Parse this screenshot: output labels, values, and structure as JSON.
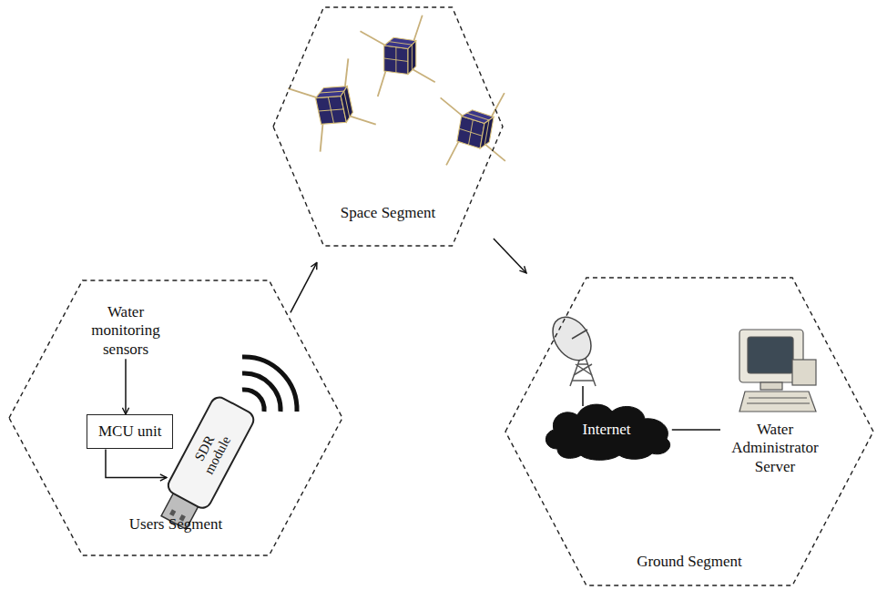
{
  "diagram": {
    "nodes": [
      {
        "text": [
          "Space Segment"
        ]
      },
      {
        "text": [
          "Users Segment"
        ]
      },
      {
        "text": [
          "Water monitoring sensors"
        ],
        "in": 1
      },
      {
        "text": [
          "MCU unit"
        ],
        "in": 1
      },
      {
        "text": [
          "SDR module"
        ],
        "in": 1
      },
      {
        "text": [
          "Ground Segment"
        ]
      },
      {
        "text": [
          "Internet"
        ],
        "in": 5
      },
      {
        "text": [
          "Water Administrator Server"
        ],
        "in": 5
      }
    ],
    "edges": [
      {
        "from": 1,
        "to": 0,
        "arrow": "to"
      },
      {
        "from": 0,
        "to": 5,
        "arrow": "to"
      },
      {
        "from": 2,
        "to": 3,
        "arrow": "to"
      },
      {
        "from": 3,
        "to": 4,
        "arrow": "to"
      },
      {
        "from": 6,
        "to": 7,
        "arrow": "none"
      }
    ]
  }
}
